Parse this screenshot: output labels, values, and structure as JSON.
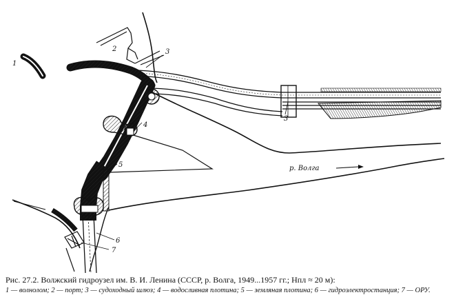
{
  "figure": {
    "caption_line1": "Рис. 27.2. Волжский гидроузел им. В. И. Ленина (СССР, р. Волга, 1949...1957 гг.; Hпл ≈ 20 м):",
    "caption_line2": "1 — волнолом; 2 — порт; 3 — судоходный шлюз; 4 — водосливная плотина; 5 — земляная плотина; 6 — гидроэлектростанция; 7 — ОРУ."
  },
  "labels": {
    "n1": "1",
    "n2": "2",
    "n3a": "3",
    "n3b": "3",
    "n4": "4",
    "n5": "5",
    "n6": "6",
    "n7": "7",
    "river": "р. Волга"
  }
}
